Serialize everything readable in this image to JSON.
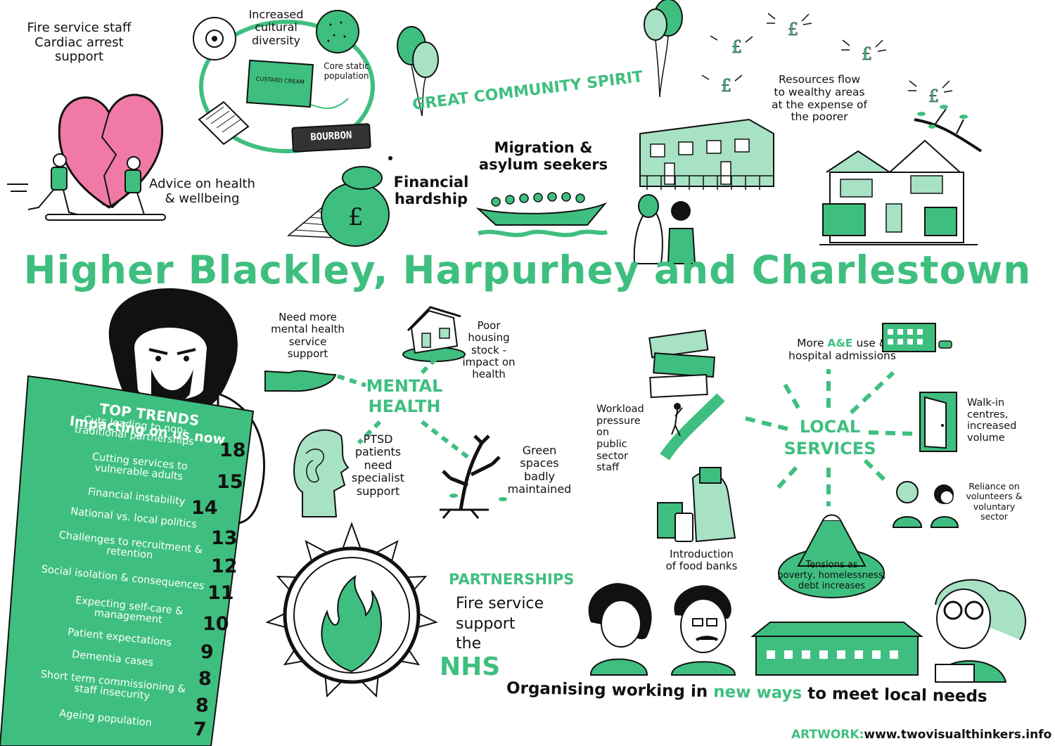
{
  "title": "Higher Blackley, Harpurhey and Charlestown",
  "top_left": {
    "fire_staff": [
      "Fire service staff",
      "Cardiac arrest",
      "support"
    ],
    "advice": [
      "Advice on health",
      "& wellbeing"
    ]
  },
  "cultural": {
    "diversity": [
      "Increased",
      "cultural",
      "diversity"
    ],
    "core": [
      "Core static",
      "population"
    ],
    "biscuit_custard": "CUSTARD CREAM",
    "biscuit_bourbon": "BOURBON"
  },
  "community_spirit": "GREAT COMMUNITY SPIRIT",
  "financial": [
    "Financial",
    "hardship"
  ],
  "migration": [
    "Migration &",
    "asylum seekers"
  ],
  "resources": [
    "Resources flow",
    "to wealthy areas",
    "at the expense of",
    "the poorer"
  ],
  "board": {
    "heading": "TOP TRENDS",
    "subheading": "Impacting on us now",
    "trends": [
      {
        "label": "Cuts leading to non-traditional partnerships",
        "value": "18"
      },
      {
        "label": "Cutting services to vulnerable adults",
        "value": "15"
      },
      {
        "label": "Financial instability",
        "value": "14"
      },
      {
        "label": "National vs. local politics",
        "value": "13"
      },
      {
        "label": "Challenges to recruitment & retention",
        "value": "12"
      },
      {
        "label": "Social isolation & consequences",
        "value": "11"
      },
      {
        "label": "Expecting self-care & management",
        "value": "10"
      },
      {
        "label": "Patient expectations",
        "value": "9"
      },
      {
        "label": "Dementia cases",
        "value": "8"
      },
      {
        "label": "Short term commissioning & staff insecurity",
        "value": "8"
      },
      {
        "label": "Ageing population",
        "value": "7"
      }
    ]
  },
  "mental_health": {
    "heading": [
      "MENTAL",
      "HEALTH"
    ],
    "need_more": [
      "Need more",
      "mental health",
      "service",
      "support"
    ],
    "poor_housing": [
      "Poor",
      "housing",
      "stock -",
      "impact on",
      "health"
    ],
    "ptsd": [
      "PTSD",
      "patients",
      "need",
      "specialist",
      "support"
    ],
    "green_spaces": [
      "Green",
      "spaces",
      "badly",
      "maintained"
    ]
  },
  "partnerships": {
    "heading": "PARTNERSHIPS",
    "line1": "Fire service",
    "line2": "support",
    "line3": "the",
    "nhs": "NHS"
  },
  "local_services": {
    "heading": [
      "LOCAL",
      "SERVICES"
    ],
    "ae_pre": "More ",
    "ae_hl": "A&E",
    "ae_post": " use &",
    "ae_line2": "hospital admissions",
    "walkin": [
      "Walk-in",
      "centres,",
      "increased",
      "volume"
    ],
    "reliance": [
      "Reliance on",
      "volunteers &",
      "voluntary",
      "sector"
    ],
    "workload": [
      "Workload",
      "pressure on",
      "public",
      "sector",
      "staff"
    ],
    "foodbanks": [
      "Introduction",
      "of food banks"
    ],
    "tensions": [
      "Tensions as",
      "poverty, homelessness,",
      "debt increases"
    ]
  },
  "organising": {
    "pre": "Organising working in ",
    "hl": "new ways",
    "post": " to meet local needs"
  },
  "footer": {
    "label": "ARTWORK:",
    "url": "www.twovisualthinkers.info"
  },
  "colors": {
    "green": "#3fbf7f",
    "dark_green": "#2f9e67",
    "pink": "#f07aa5",
    "ink": "#111111"
  }
}
